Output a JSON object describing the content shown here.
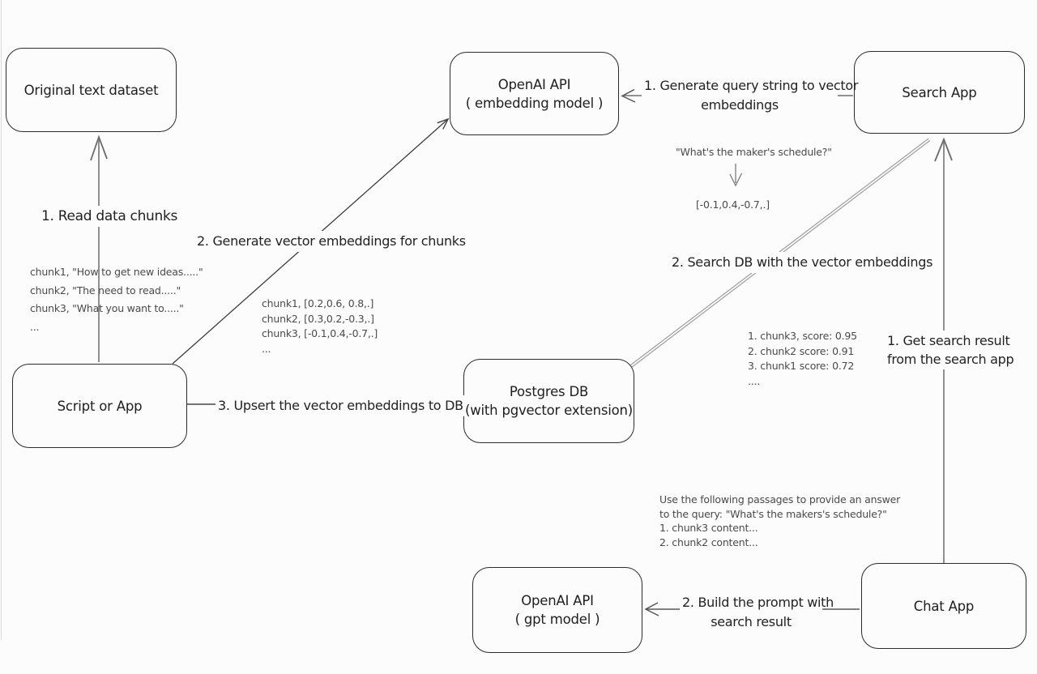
{
  "title": "RAG architecture diagram with pgvector",
  "colors": {
    "background": "#fcfcfc",
    "node_border": "#2b2b2b",
    "text_primary": "#1e1e1e",
    "text_muted": "#4a4a4a",
    "line_dark": "#3d3d3d",
    "line_gray": "#8f8f8f"
  },
  "nodes": {
    "original_dataset": {
      "label": "Original text dataset"
    },
    "openai_embedding": {
      "line1": "OpenAI API",
      "line2": "( embedding model )"
    },
    "search_app": {
      "label": "Search App"
    },
    "script_or_app": {
      "label": "Script or App"
    },
    "postgres_db": {
      "line1": "Postgres DB",
      "line2": "(with pgvector extension)"
    },
    "openai_gpt": {
      "line1": "OpenAI API",
      "line2": "( gpt model )"
    },
    "chat_app": {
      "label": "Chat App"
    }
  },
  "edges": {
    "read_chunks": {
      "label": "1. Read data chunks"
    },
    "generate_embeddings": {
      "label": "2. Generate vector embeddings for chunks"
    },
    "upsert": {
      "label": "3. Upsert the vector embeddings to DB"
    },
    "query_to_vector": {
      "line1": "1. Generate query string to vector",
      "line2": "embeddings"
    },
    "search_db": {
      "label": "2. Search DB with the vector embeddings"
    },
    "get_search_result": {
      "line1": "1. Get search result",
      "line2": "from the search app"
    },
    "build_prompt": {
      "line1": "2. Build the prompt with",
      "line2": "search result"
    }
  },
  "annotations": {
    "chunk_texts": {
      "lines": [
        "chunk1, \"How to get new ideas.....\"",
        "chunk2, \"The need to read.....\"",
        "chunk3, \"What you want to.....\"",
        "..."
      ]
    },
    "chunk_vectors": {
      "lines": [
        "chunk1, [0.2,0.6, 0.8,.]",
        "chunk2, [0.3,0.2,-0.3,.]",
        "chunk3, [-0.1,0.4,-0.7,.]",
        "..."
      ]
    },
    "query_example": {
      "text": "\"What's the maker's schedule?\"",
      "vector": "[-0.1,0.4,-0.7,.]"
    },
    "search_scores": {
      "lines": [
        "1. chunk3, score: 0.95",
        "2. chunk2 score: 0.91",
        "3. chunk1 score: 0.72",
        "...."
      ]
    },
    "prompt_example": {
      "lines": [
        "Use the following passages to provide an answer",
        "to the query: \"What's the makers's schedule?\"",
        "1. chunk3 content...",
        "2. chunk2 content..."
      ]
    }
  }
}
